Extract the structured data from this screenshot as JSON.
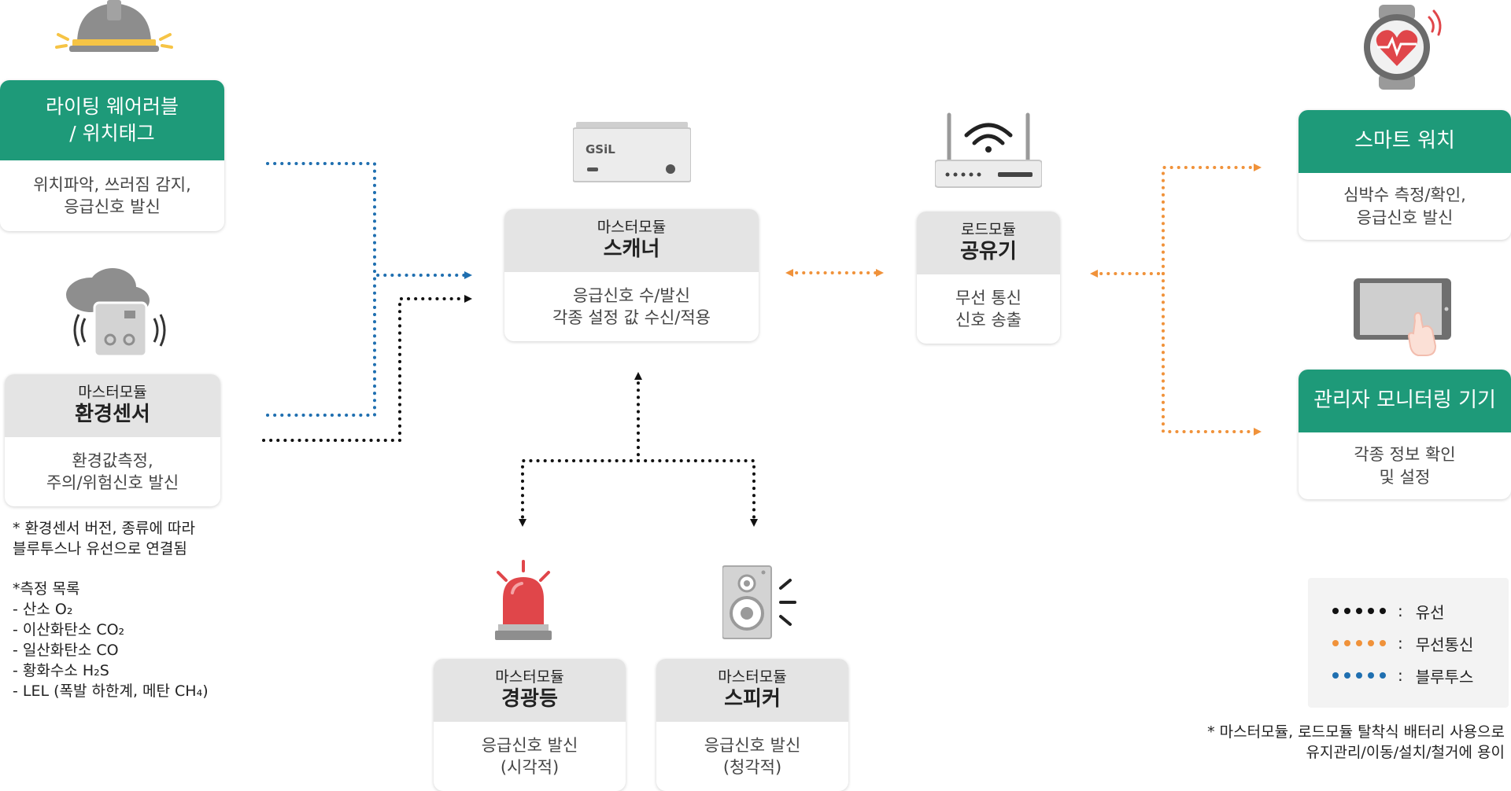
{
  "cards": {
    "wearable": {
      "title": "라이팅 웨어러블\n/ 위치태그",
      "body": "위치파악, 쓰러짐 감지,\n응급신호 발신"
    },
    "env_sensor": {
      "sub": "마스터모듈",
      "title": "환경센서",
      "body": "환경값측정,\n주의/위험신호 발신"
    },
    "scanner": {
      "sub": "마스터모듈",
      "title": "스캐너",
      "body": "응급신호 수/발신\n각종 설정 값 수신/적용"
    },
    "router": {
      "sub": "로드모듈",
      "title": "공유기",
      "body": "무선 통신\n신호 송출"
    },
    "smartwatch": {
      "title": "스마트 워치",
      "body": "심박수 측정/확인,\n응급신호 발신"
    },
    "monitor": {
      "title": "관리자 모니터링 기기",
      "body": "각종 정보 확인\n및 설정"
    },
    "warning_light": {
      "sub": "마스터모듈",
      "title": "경광등",
      "body": "응급신호 발신\n(시각적)"
    },
    "speaker": {
      "sub": "마스터모듈",
      "title": "스피커",
      "body": "응급신호 발신\n(청각적)"
    }
  },
  "notes": {
    "sensor_note": "* 환경센서 버전, 종류에 따라\n블루투스나 유선으로 연결됨",
    "measure_title": "*측정 목록",
    "measure_items": [
      "- 산소 O₂",
      "- 이산화탄소 CO₂",
      "- 일산화탄소 CO",
      "- 황화수소 H₂S",
      "- LEL (폭발 하한계, 메탄 CH₄)"
    ],
    "battery_note": "* 마스터모듈, 로드모듈 탈착식 배터리 사용으로\n유지관리/이동/설치/철거에 용이"
  },
  "scanner_logo": "GSiL",
  "legend": [
    {
      "label": "유선",
      "color": "#111111"
    },
    {
      "label": "무선통신",
      "color": "#f0923a"
    },
    {
      "label": "블루투스",
      "color": "#1f6fb0"
    }
  ],
  "legend_colon": ":",
  "colors": {
    "green": "#1e9a79",
    "wired": "#111111",
    "wireless": "#f0923a",
    "bluetooth": "#1f6fb0",
    "header_gray": "#e4e4e4"
  },
  "icons": [
    "hard-hat-icon",
    "cloud-sensor-icon",
    "scanner-device-icon",
    "wifi-router-icon",
    "smartwatch-icon",
    "tablet-touch-icon",
    "warning-light-icon",
    "speaker-icon"
  ]
}
